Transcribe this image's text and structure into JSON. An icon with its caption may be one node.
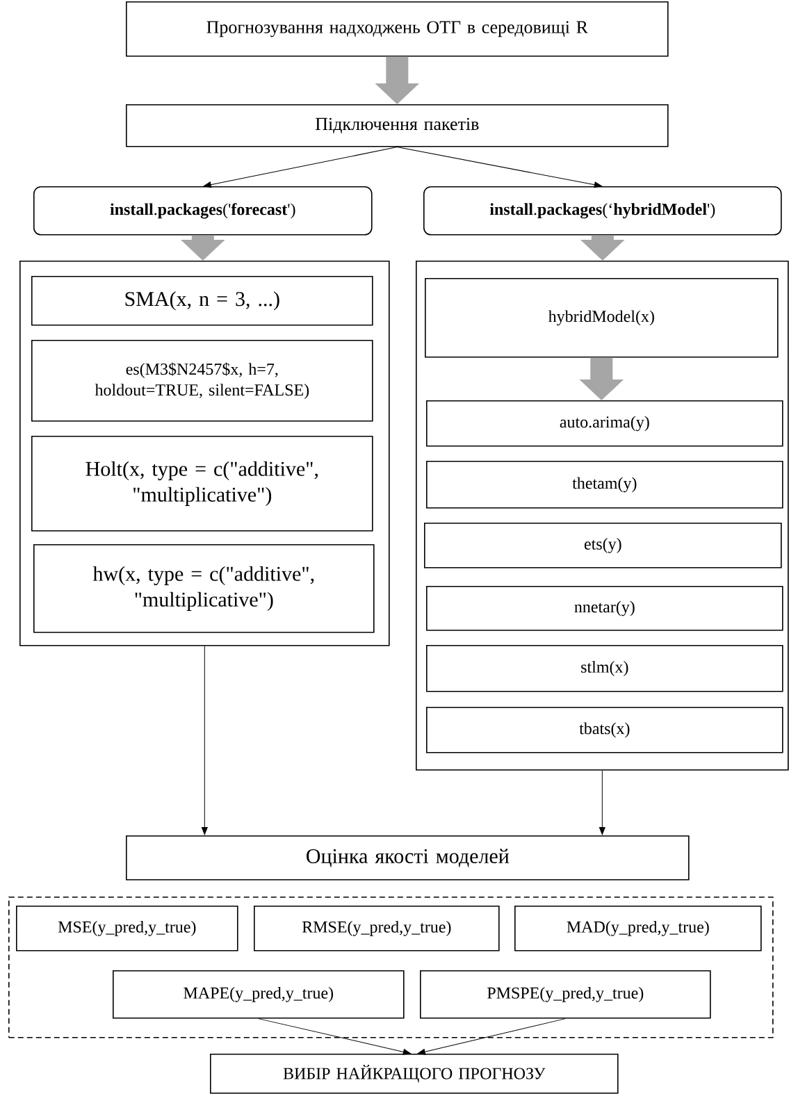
{
  "diagram": {
    "nodes": [
      {
        "text": [
          "Прогнозування надходжень ОТГ в середовищі R"
        ]
      },
      {
        "text": [
          "Підключення пакетів"
        ]
      },
      {
        "text": [
          "**install**.**packages**('**forecast**')"
        ]
      },
      {
        "text": [
          "**install**.**packages**(‘**hybridModel**')"
        ]
      },
      {
        "text": [],
        "shape": "box"
      },
      {
        "text": [
          "SMA(x, n = 3, ...)"
        ],
        "in": 4
      },
      {
        "text": [
          "es(M3$N2457$x, h=7, holdout=TRUE, silent=FALSE)"
        ],
        "in": 4
      },
      {
        "text": [
          "Holt(x, type = c(\"additive\", \"multiplicative\")"
        ],
        "in": 4
      },
      {
        "text": [
          "hw(x, type = c(\"additive\", \"multiplicative\")"
        ],
        "in": 4
      },
      {
        "text": [],
        "shape": "box"
      },
      {
        "text": [
          "hybridModel(x)"
        ],
        "in": 9
      },
      {
        "text": [
          "auto.arima(y)"
        ],
        "in": 9
      },
      {
        "text": [
          "thetam(y)"
        ],
        "in": 9
      },
      {
        "text": [
          "ets(y)"
        ],
        "in": 9
      },
      {
        "text": [
          "nnetar(y)"
        ],
        "in": 9
      },
      {
        "text": [
          "stlm(x)"
        ],
        "in": 9
      },
      {
        "text": [
          "tbats(x)"
        ],
        "in": 9
      },
      {
        "text": [
          "Оцінка якості моделей"
        ]
      },
      {
        "text": [],
        "shape": "box"
      },
      {
        "text": [
          "MSE(y_pred,y_true)"
        ],
        "in": 18
      },
      {
        "text": [
          "RMSE(y_pred,y_true)"
        ],
        "in": 18
      },
      {
        "text": [
          "MAD(y_pred,y_true)"
        ],
        "in": 18
      },
      {
        "text": [
          "MAPE(y_pred,y_true)"
        ],
        "in": 18
      },
      {
        "text": [
          "PMSPE(y_pred,y_true)"
        ],
        "in": 18
      },
      {
        "text": [
          "ВИБІР НАЙКРАЩОГО ПРОГНОЗУ"
        ]
      }
    ],
    "edges": [
      {
        "from": 0,
        "to": 1,
        "arrow": "to",
        "style": "thick",
        "color": "#a6a6a6"
      },
      {
        "from": 1,
        "to": 2,
        "arrow": "to"
      },
      {
        "from": 1,
        "to": 3,
        "arrow": "to"
      },
      {
        "from": 2,
        "to": 4,
        "arrow": "to",
        "style": "thick",
        "color": "#a6a6a6"
      },
      {
        "from": 3,
        "to": 9,
        "arrow": "to",
        "style": "thick",
        "color": "#a6a6a6"
      },
      {
        "from": 10,
        "to": 11,
        "arrow": "to",
        "style": "thick",
        "color": "#a6a6a6"
      },
      {
        "from": 4,
        "to": 17,
        "arrow": "to"
      },
      {
        "from": 9,
        "to": 17,
        "arrow": "to"
      },
      {
        "from": 22,
        "to": 24,
        "arrow": "to"
      },
      {
        "from": 23,
        "to": 24,
        "arrow": "to"
      }
    ]
  }
}
